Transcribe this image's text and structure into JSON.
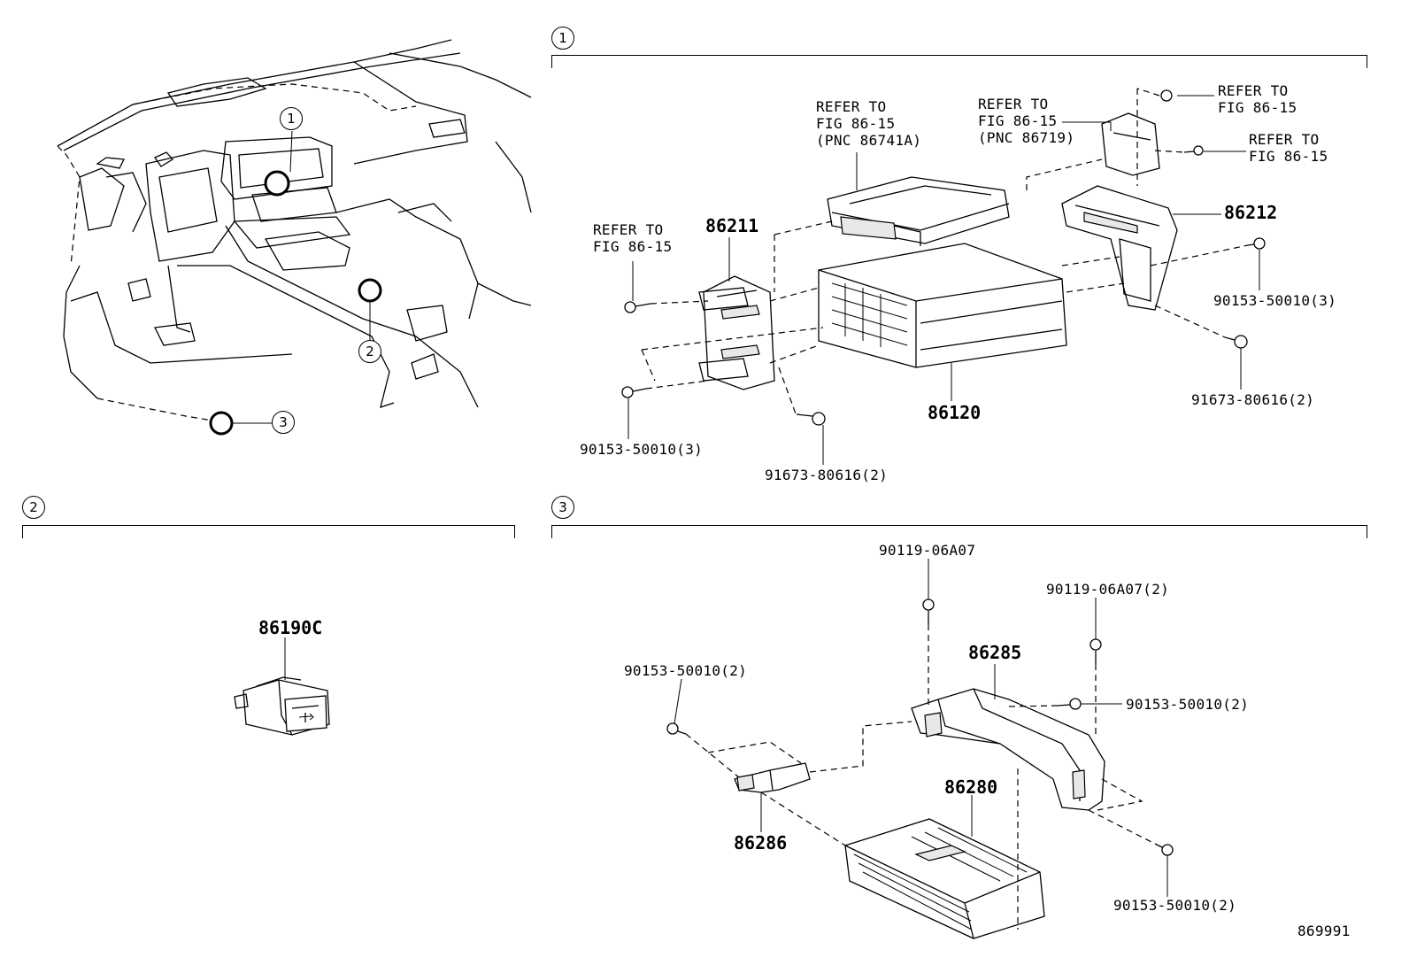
{
  "diagram_id": "869991",
  "sections": [
    {
      "id": "1",
      "callout": "1"
    },
    {
      "id": "2",
      "callout": "2"
    },
    {
      "id": "3",
      "callout": "3"
    }
  ],
  "overview_callouts": [
    "1",
    "2",
    "3"
  ],
  "labels": {
    "refer_radio": "REFER TO\nFIG 86-15\n(PNC 86741A)",
    "refer_bracket": "REFER TO\nFIG 86-15\n(PNC 86719)",
    "refer_top_right_1": "REFER TO\nFIG 86-15",
    "refer_top_right_2": "REFER TO\nFIG 86-15",
    "refer_left": "REFER TO\nFIG 86-15",
    "p86211": "86211",
    "p86212": "86212",
    "p86120": "86120",
    "p90153_l": "90153-50010(3)",
    "p91673_l": "91673-80616(2)",
    "p90153_r": "90153-50010(3)",
    "p91673_r": "91673-80616(2)",
    "p86190c": "86190C",
    "p90119_a": "90119-06A07",
    "p90119_b": "90119-06A07(2)",
    "p86285": "86285",
    "p90153_s3a": "90153-50010(2)",
    "p90153_s3b": "90153-50010(2)",
    "p90153_s3c": "90153-50010(2)",
    "p86280": "86280",
    "p86286": "86286"
  },
  "icons": {
    "usb": "usb-symbol-icon"
  }
}
